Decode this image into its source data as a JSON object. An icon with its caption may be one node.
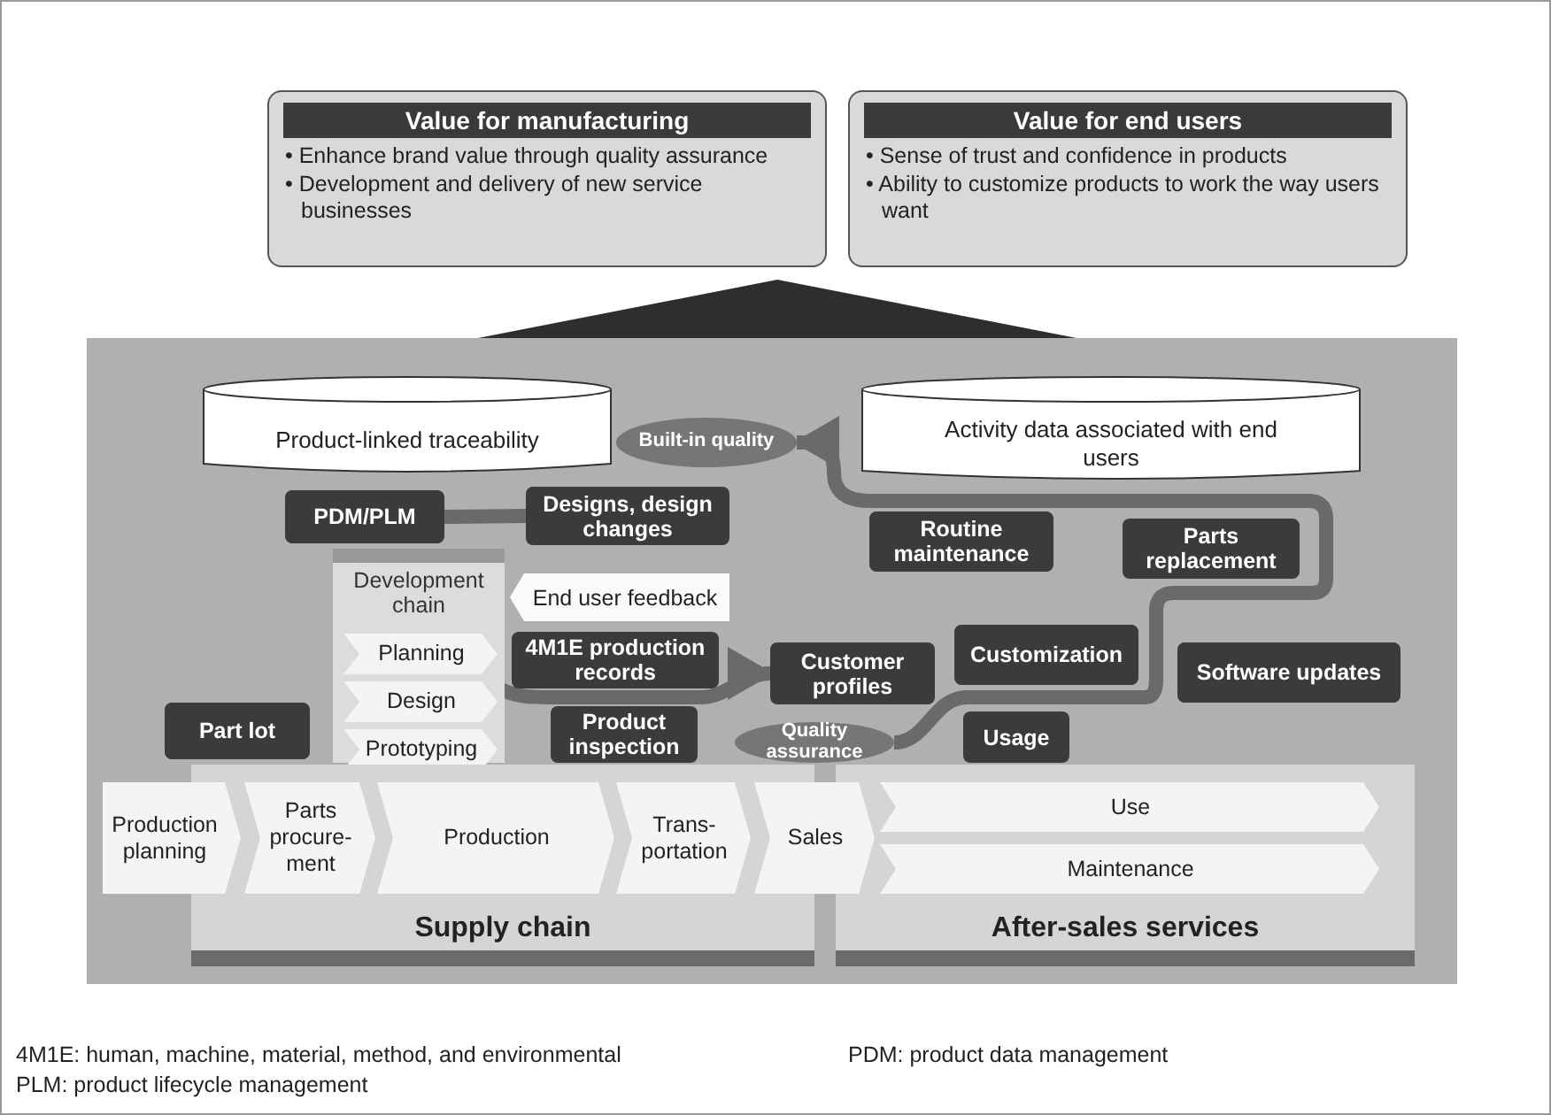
{
  "diagram": {
    "nodes": [
      {
        "text": [
          "Value for manufacturing",
          "• Enhance brand value through quality assurance",
          "• Development and delivery of new service businesses"
        ]
      },
      {
        "text": [
          "Value for end users",
          "• Sense of trust and confidence in products",
          "• Ability to customize products to work the way users want"
        ]
      },
      {
        "text": [
          "Product-linked traceability"
        ]
      },
      {
        "text": [
          "Built-in quality"
        ]
      },
      {
        "text": [
          "Activity data associated with end users"
        ]
      },
      {
        "text": [
          "PDM/PLM"
        ]
      },
      {
        "text": [
          "Designs, design changes"
        ]
      },
      {
        "text": [
          "Routine maintenance"
        ]
      },
      {
        "text": [
          "Parts replacement"
        ]
      },
      {
        "text": [
          "Development chain"
        ]
      },
      {
        "text": [
          "End user feedback"
        ]
      },
      {
        "text": [
          "Planning"
        ],
        "in": 9
      },
      {
        "text": [
          "Design"
        ],
        "in": 9
      },
      {
        "text": [
          "Prototyping"
        ],
        "in": 9
      },
      {
        "text": [
          "4M1E production records"
        ]
      },
      {
        "text": [
          "Customer profiles"
        ]
      },
      {
        "text": [
          "Customization"
        ]
      },
      {
        "text": [
          "Software updates"
        ]
      },
      {
        "text": [
          "Part lot"
        ]
      },
      {
        "text": [
          "Product inspection"
        ]
      },
      {
        "text": [
          "Quality assurance"
        ]
      },
      {
        "text": [
          "Usage"
        ]
      },
      {
        "text": [
          "Supply chain"
        ]
      },
      {
        "text": [
          "After-sales services"
        ]
      },
      {
        "text": [
          "Production planning"
        ]
      },
      {
        "text": [
          "Parts procure-ment"
        ],
        "in": 22
      },
      {
        "text": [
          "Production"
        ],
        "in": 22
      },
      {
        "text": [
          "Trans-portation"
        ],
        "in": 22
      },
      {
        "text": [
          "Sales"
        ]
      },
      {
        "text": [
          "Use"
        ],
        "in": 23
      },
      {
        "text": [
          "Maintenance"
        ],
        "in": 23
      },
      {
        "text": [],
        "shape": "triangle"
      }
    ],
    "edges": [
      {
        "from": 5,
        "to": 6,
        "arrow": "none"
      },
      {
        "from": 12,
        "to": 15,
        "arrow": "to"
      },
      {
        "from": 20,
        "to": 3,
        "arrow": "to"
      }
    ],
    "labels": [
      "4M1E: human, machine, material, method, and environmental",
      "PDM: product data management",
      "PLM: product lifecycle management"
    ]
  }
}
